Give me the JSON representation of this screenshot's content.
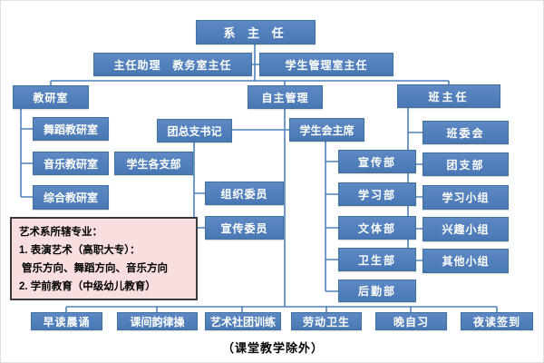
{
  "colors": {
    "box_fill_top": "#5d89c4",
    "box_fill_bottom": "#4878b4",
    "box_border": "#41719c",
    "connector": "#4f81bd",
    "box_text": "#ffffff",
    "note_fill": "#f8dede",
    "note_border": "#3a3a3a",
    "note_text": "#000000"
  },
  "nodes": {
    "dept_head": "系 主 任",
    "assistant_and_academic": "主任助理　教务室主任",
    "student_mgmt_head": "学生管理室主任",
    "teaching_office": "教研室",
    "self_management": "自主管理",
    "class_teacher": "班主任",
    "dance_office": "舞蹈教研室",
    "music_office": "音乐教研室",
    "general_office": "综合教研室",
    "league_secretary": "团总支书记",
    "student_branches": "学生各支部",
    "org_committee": "组织委员",
    "publicity_committee": "宣传委员",
    "student_union_chair": "学生会主席",
    "publicity_dept": "宣传部",
    "study_dept": "学习部",
    "sports_dept": "文体部",
    "hygiene_dept": "卫生部",
    "logistics_dept": "后勤部",
    "class_committee": "班委会",
    "league_branch": "团支部",
    "study_group": "学习小组",
    "interest_group": "兴趣小组",
    "other_group": "其他小组",
    "morning_reading": "早读晨诵",
    "break_exercise": "课间韵律操",
    "art_club_training": "艺术社团训练",
    "labor_hygiene": "劳动卫生",
    "evening_study": "晚自习",
    "night_checkin": "夜读签到"
  },
  "note": {
    "line1": "艺术系所辖专业：",
    "line2": "1. 表演艺术（高职大专）：",
    "line3": "管乐方向、舞蹈方向、音乐方向",
    "line4": "2. 学前教育（中级幼儿教育）"
  },
  "caption": "（课堂教学除外）"
}
